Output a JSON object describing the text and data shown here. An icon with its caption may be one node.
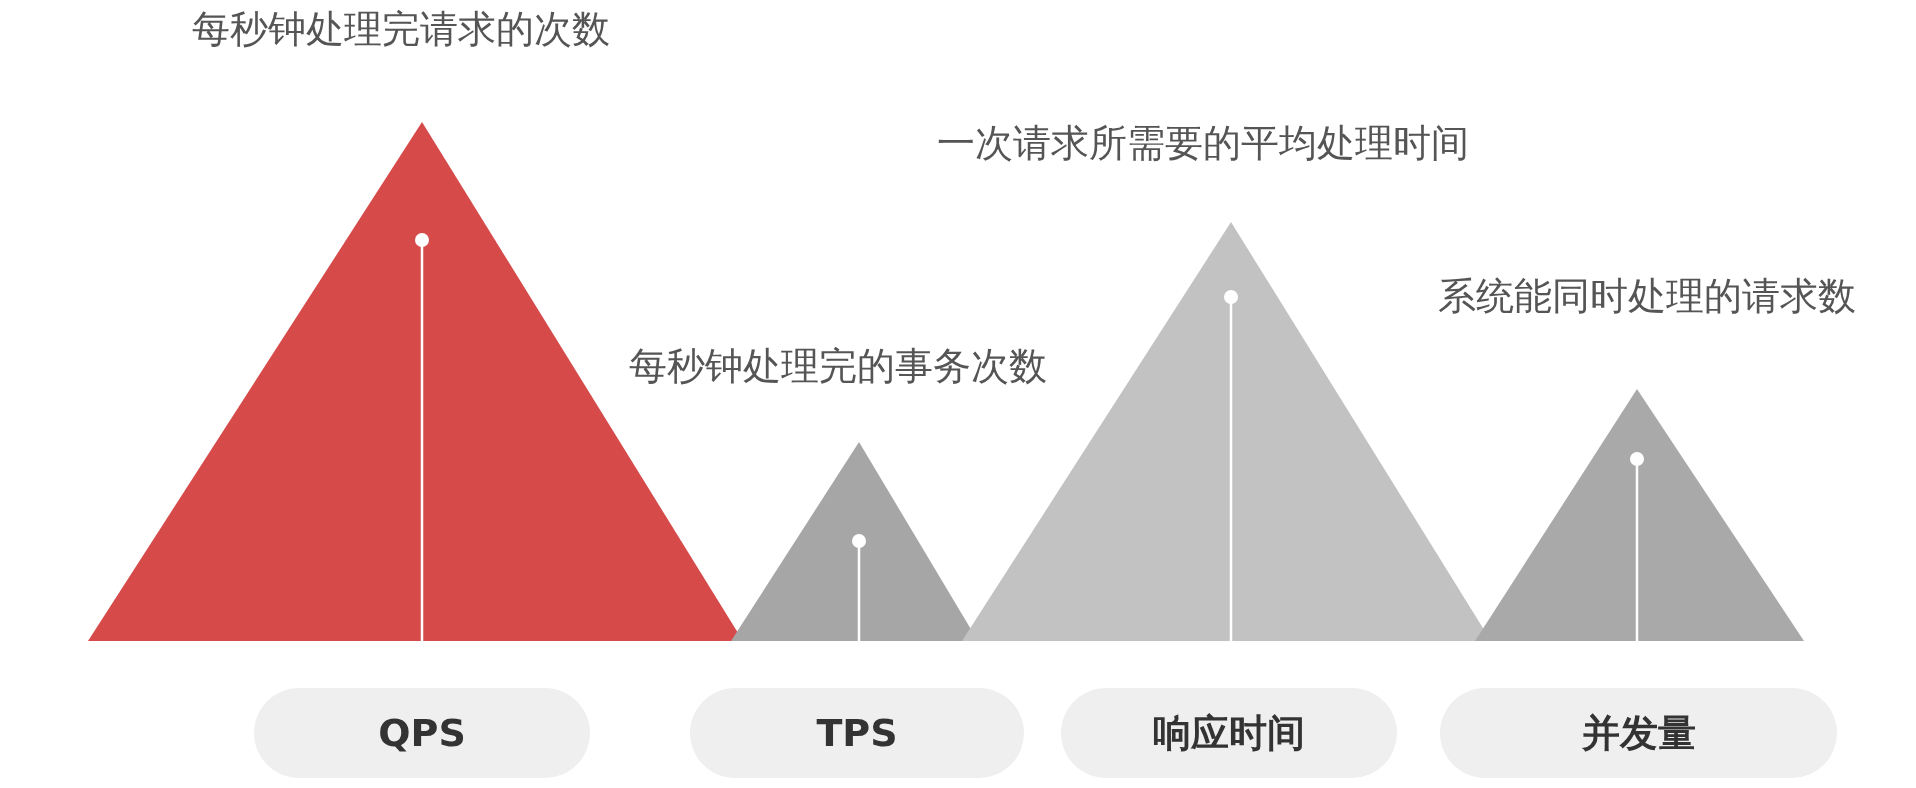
{
  "diagram": {
    "nodes": [
      {
        "text": [
          "每秒钟处理完请求的次数"
        ]
      },
      {
        "text": [
          "每秒钟处理完的事务次数"
        ]
      },
      {
        "text": [
          "一次请求所需要的平均处理时间"
        ]
      },
      {
        "text": [
          "系统能同时处理的请求数"
        ]
      },
      {
        "text": [
          "QPS"
        ]
      },
      {
        "text": [
          "TPS"
        ]
      },
      {
        "text": [
          "响应时间"
        ]
      },
      {
        "text": [
          "并发量"
        ]
      }
    ]
  }
}
